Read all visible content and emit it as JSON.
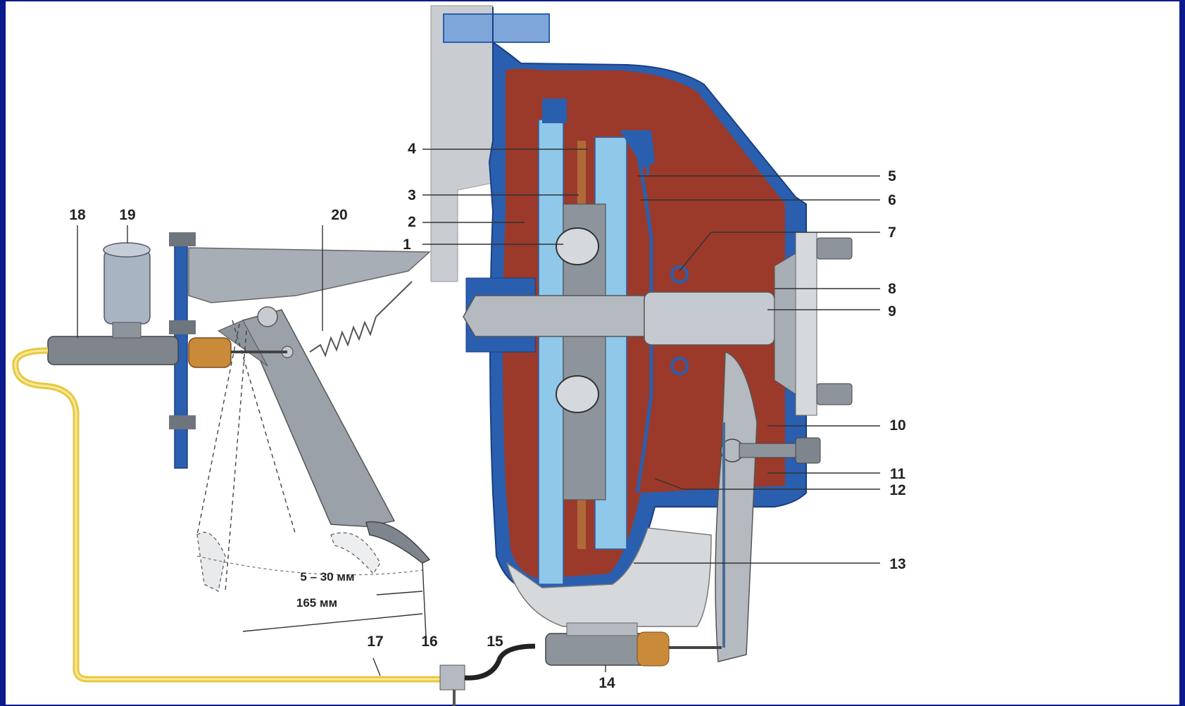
{
  "colors": {
    "frame": "#0b1a8c",
    "background": "#ffffff",
    "housing_red": "#9b3a2a",
    "housing_blue": "#2a5fb0",
    "disc_light_blue": "#8fc8e8",
    "steel_gray": "#9aa3ad",
    "hose_yellow": "#f0d060",
    "rubber_tan": "#c98a3a"
  },
  "callouts": {
    "c1": "1",
    "c2": "2",
    "c3": "3",
    "c4": "4",
    "c5": "5",
    "c6": "6",
    "c7": "7",
    "c8": "8",
    "c9": "9",
    "c10": "10",
    "c11": "11",
    "c12": "12",
    "c13": "13",
    "c14": "14",
    "c15": "15",
    "c16": "16",
    "c17": "17",
    "c18": "18",
    "c19": "19",
    "c20": "20"
  },
  "dimensions": {
    "free_play": "5 – 30 мм",
    "full_travel": "165 мм"
  }
}
